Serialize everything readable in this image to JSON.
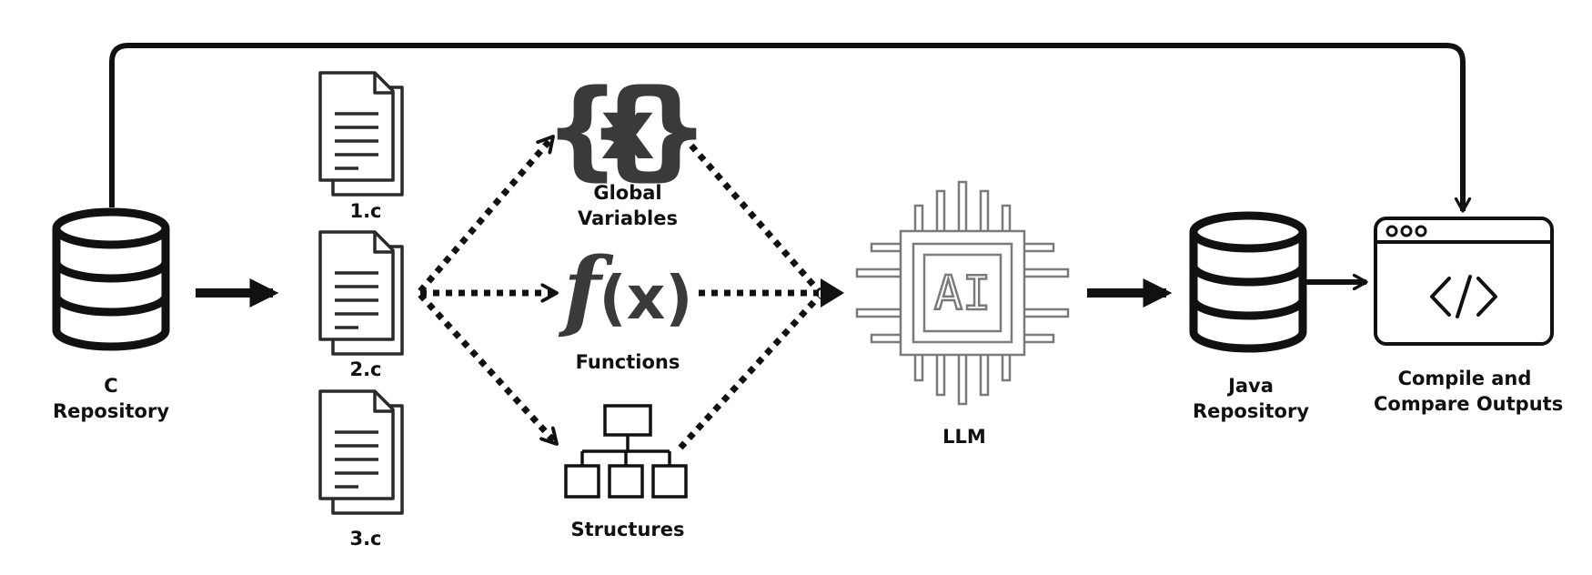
{
  "colors": {
    "stroke": "#111111",
    "chip": "#7a7a7a",
    "background": "#ffffff"
  },
  "icons": {
    "c_repository": "database-icon",
    "files": "document-icon",
    "global_variables": "braces-x-icon",
    "functions": "function-fx-icon",
    "structures": "hierarchy-icon",
    "llm": "ai-chip-icon",
    "java_repository": "database-icon",
    "compile_compare": "browser-code-icon"
  },
  "labels": {
    "c_repository": [
      "C",
      "Repository"
    ],
    "file_1": "1.c",
    "file_2": "2.c",
    "file_3": "3.c",
    "global_variables": [
      "Global",
      "Variables"
    ],
    "functions": "Functions",
    "structures": "Structures",
    "llm": "LLM",
    "java_repository": [
      "Java",
      "Repository"
    ],
    "compile_compare": [
      "Compile and",
      "Compare Outputs"
    ],
    "chip_text": "AI"
  }
}
